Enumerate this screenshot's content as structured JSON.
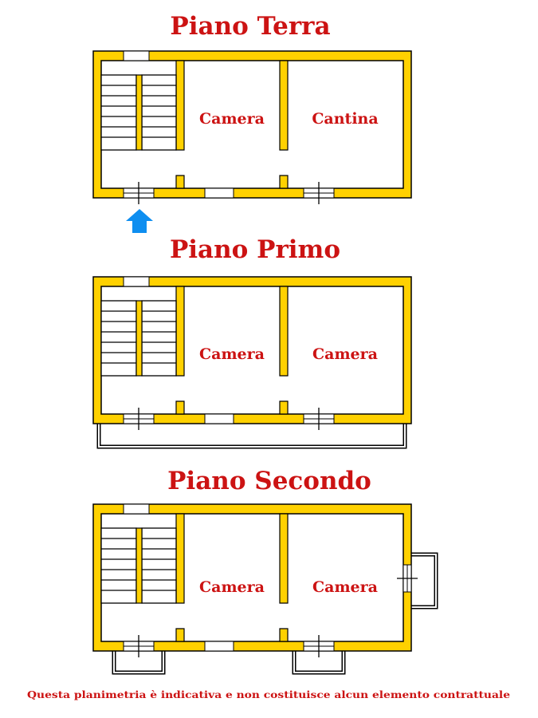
{
  "colors": {
    "wall_fill": "#FFD100",
    "wall_stroke": "#000000",
    "text": "#CC1313",
    "entry_arrow": "#0E8EF0"
  },
  "floors": [
    {
      "title": "Piano Terra",
      "rooms": [
        "Camera",
        "Cantina"
      ]
    },
    {
      "title": "Piano Primo",
      "rooms": [
        "Camera",
        "Camera"
      ]
    },
    {
      "title": "Piano Secondo",
      "rooms": [
        "Camera",
        "Camera"
      ]
    }
  ],
  "entry_arrow_icon": "arrow-up-icon",
  "disclaimer": "Questa planimetria è indicativa e non costituisce alcun elemento contrattuale"
}
